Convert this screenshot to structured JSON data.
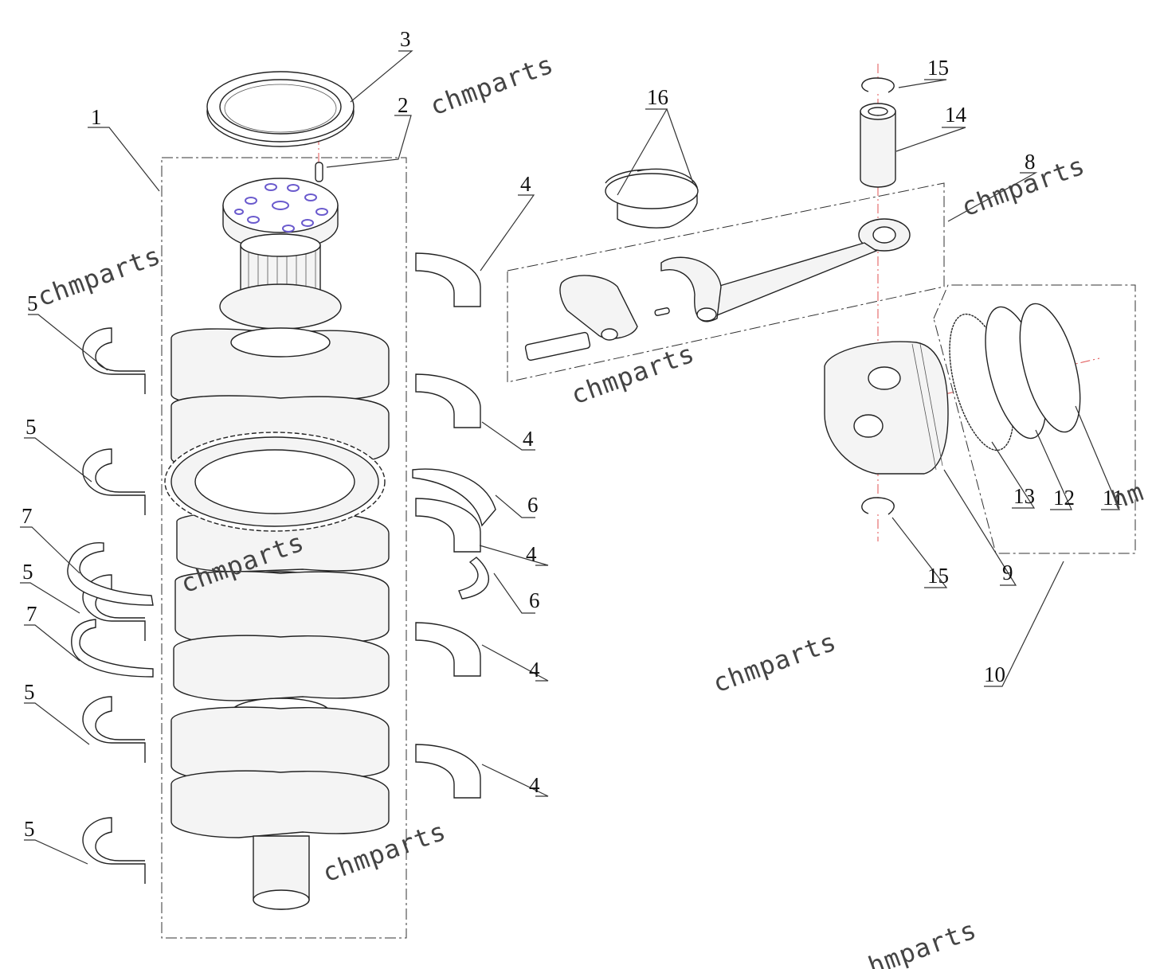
{
  "colors": {
    "line": "#222222",
    "centerline": "#e05050",
    "bolt_holes": "#6a5acd",
    "watermark": "#444444"
  },
  "watermark_text": "chmparts",
  "watermark_partial_right": "hm",
  "watermark_partial_bottom": "hmparts",
  "callouts": {
    "c1": "1",
    "c2": "2",
    "c3": "3",
    "c4a": "4",
    "c4b": "4",
    "c4c": "4",
    "c4d": "4",
    "c4e": "4",
    "c5a": "5",
    "c5b": "5",
    "c5c": "5",
    "c5d": "5",
    "c5e": "5",
    "c6a": "6",
    "c6b": "6",
    "c7a": "7",
    "c7b": "7",
    "c8": "8",
    "c9": "9",
    "c10": "10",
    "c11": "11",
    "c12": "12",
    "c13": "13",
    "c14": "14",
    "c15a": "15",
    "c15b": "15",
    "c16": "16"
  }
}
